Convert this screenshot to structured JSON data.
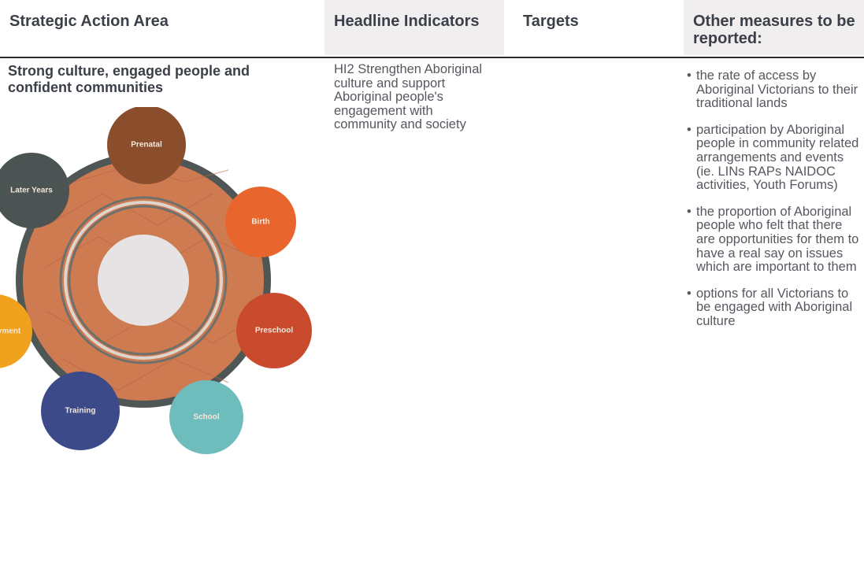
{
  "table": {
    "headers": {
      "strategic_action_area": "Strategic Action Area",
      "headline_indicators": "Headline Indicators",
      "targets": "Targets",
      "other_measures": "Other measures to be reported:"
    },
    "row": {
      "area_title": "Strong culture, engaged people and confident communities",
      "indicator": "HI2 Strengthen Aboriginal culture and support Aboriginal people's engagement with community and society",
      "targets": "",
      "measures": [
        "the rate of access by Aboriginal Victorians to their traditional lands",
        "participation by Aboriginal people in community related arrangements and events (ie. LINs RAPs NAIDOC activities, Youth Forums)",
        "the proportion of Aboriginal people who felt that there are opportunities for them to have a real say on issues which are important to them",
        "options for all Victorians to be engaged with Aboriginal culture"
      ]
    }
  },
  "lifecycle": {
    "nodes": [
      {
        "label": "Prenatal",
        "color": "#8a4e2c"
      },
      {
        "label": "Birth",
        "color": "#e8652d"
      },
      {
        "label": "Preschool",
        "color": "#c94a2c"
      },
      {
        "label": "School",
        "color": "#6fbcbc"
      },
      {
        "label": "Training",
        "color": "#3c4a8a"
      },
      {
        "label": "ployment",
        "color": "#f0a21e"
      },
      {
        "label": "Later Years",
        "color": "#4b5452"
      }
    ],
    "colors": {
      "ring": "#4e5656",
      "body": "#cf7b52",
      "core": "#e5e3e3"
    }
  },
  "bullet_char": "•"
}
